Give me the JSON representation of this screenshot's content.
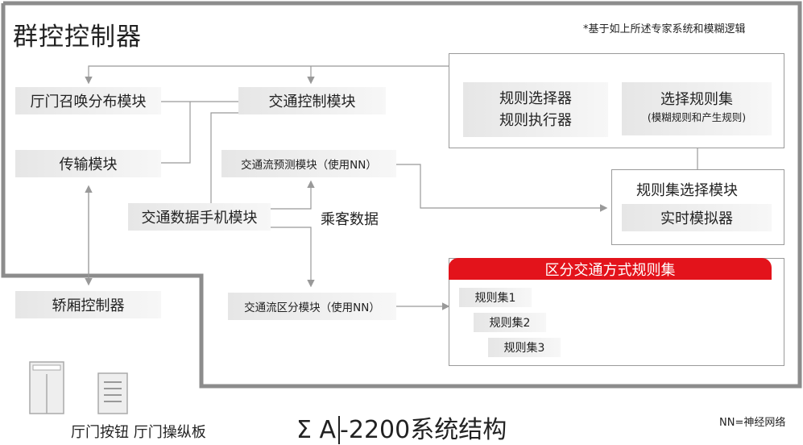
{
  "title": "群控控制器",
  "note": "*基于如上所述专家系统和模糊逻辑",
  "modules": {
    "hall_call": "厅门召唤分布模块",
    "traffic_control": "交通控制模块",
    "transmission": "传输模块",
    "traffic_predict": "交通流预测模块（使用NN）",
    "traffic_data": "交通数据手机模块",
    "passenger_data": "乘客数据",
    "car_controller": "轿厢控制器",
    "traffic_classify": "交通流区分模块（使用NN）",
    "rule_selector": "规则选择器",
    "rule_executor": "规则执行器",
    "select_ruleset": "选择规则集",
    "select_ruleset_sub": "(模糊规则和产生规则)",
    "ruleset_select_module": "规则集选择模块",
    "realtime_simulator": "实时模拟器"
  },
  "classify_panel": {
    "header": "区分交通方式规则集",
    "rules": [
      "规则集1",
      "规则集2",
      "规则集3"
    ]
  },
  "bottom": {
    "labels": "厅门按钮 厅门操纵板",
    "system_title_sigma": "Σ",
    "system_title_a": "A",
    "system_title_rest": "-2200系统结构",
    "nn_note": "NN=神经网络"
  },
  "colors": {
    "accent_red": "#e3131b",
    "frame_gray": "#8c8c8c",
    "box_gray": "#e6e6e6"
  }
}
